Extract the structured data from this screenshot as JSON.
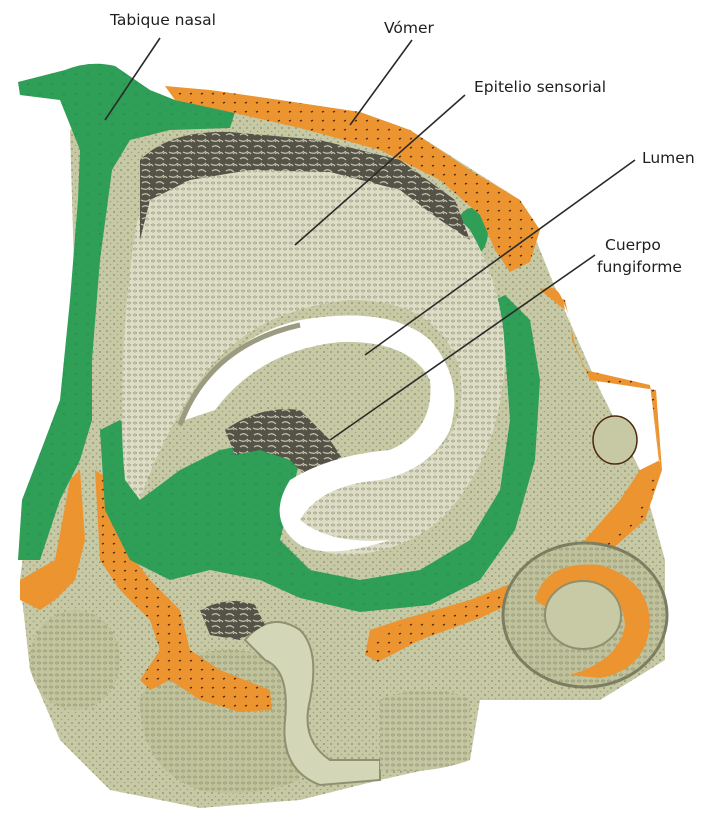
{
  "labels": {
    "septum": "Tabique nasal",
    "vomer": "Vómer",
    "epithelium": "Epitelio sensorial",
    "lumen": "Lumen",
    "fungiform_1": "Cuerpo",
    "fungiform_2": "fungiforme"
  },
  "colors": {
    "cartilage_green": "#2f9e57",
    "bone_orange": "#ec9430",
    "tissue_beige": "#c6c9a4",
    "epithelium": "#ddddc6",
    "dark_tissue": "#4a4a42",
    "lumen": "#ffffff"
  }
}
